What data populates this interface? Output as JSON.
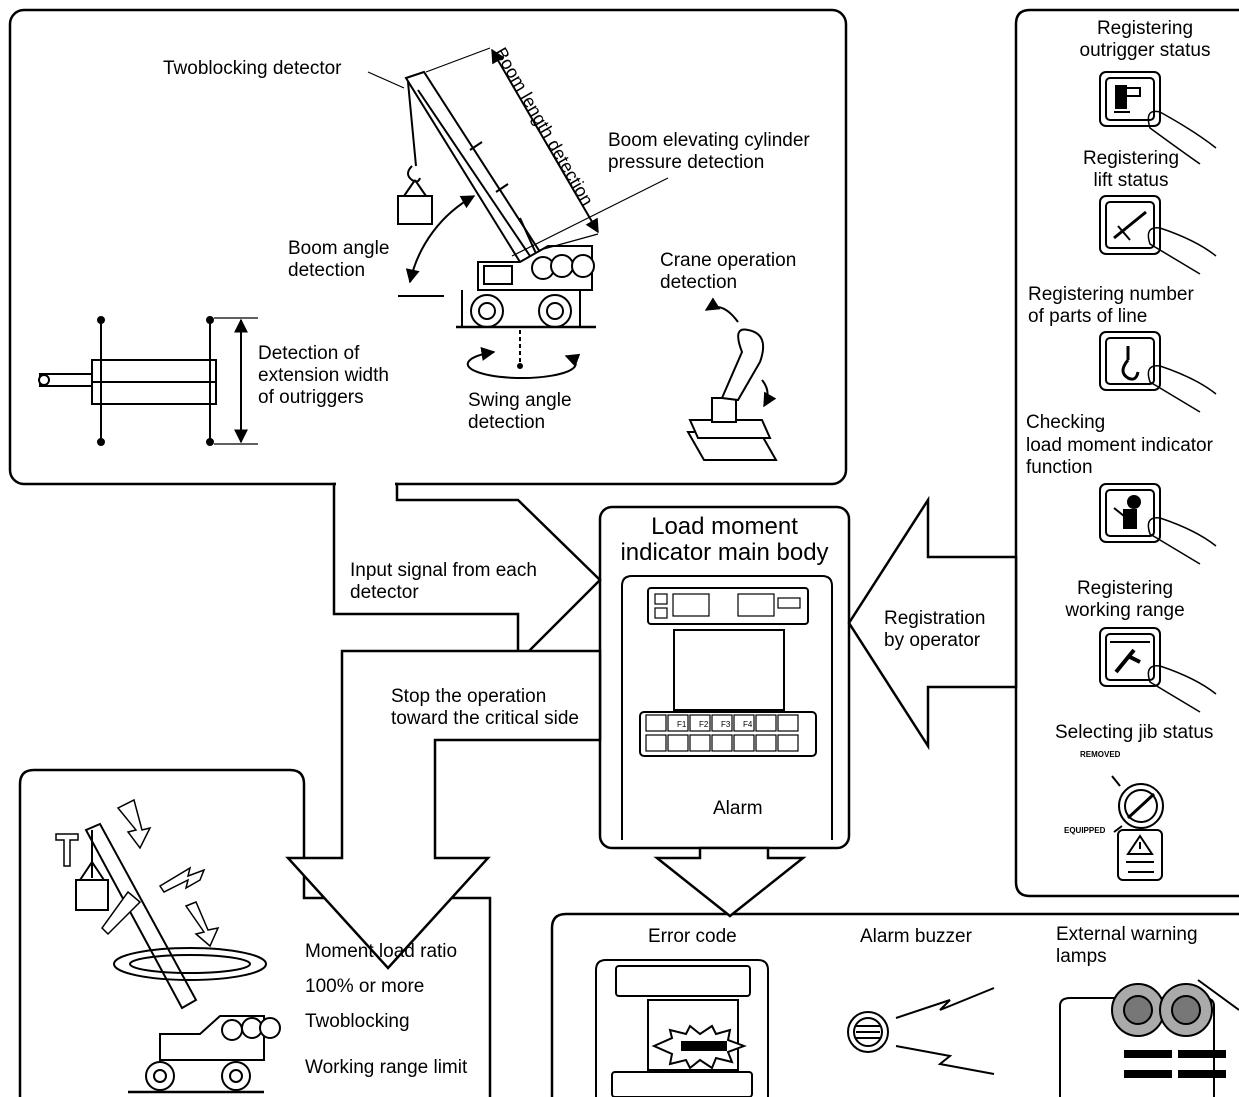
{
  "detectors_panel": {
    "twoblocking": "Twoblocking detector",
    "boom_length": "Boom length detection",
    "boom_cylinder": "Boom elevating cylinder\npressure detection",
    "boom_angle": "Boom angle\ndetection",
    "crane_operation": "Crane operation\ndetection",
    "outrigger_width": "Detection of\nextension width\nof outriggers",
    "swing_angle": "Swing angle\ndetection"
  },
  "main_body": {
    "title": "Load moment\nindicator main body",
    "function_keys": [
      "F1",
      "F2",
      "F3",
      "F4"
    ]
  },
  "arrows": {
    "input_signal": "Input signal from each\ndetector",
    "registration": "Registration\nby operator",
    "stop_operation": "Stop the operation\ntoward the critical side",
    "alarm": "Alarm"
  },
  "operator_panel": {
    "outrigger": "Registering\noutrigger status",
    "lift": "Registering\nlift status",
    "parts_of_line": "Registering number\nof parts of line",
    "checking_title": "Checking",
    "checking_rest": "load moment indicator\nfunction",
    "working_range": "Registering\nworking range",
    "jib": "Selecting jib status",
    "removed": "REMOVED",
    "equipped": "EQUIPPED"
  },
  "stop_panel": {
    "conditions": [
      "Moment load ratio",
      "100% or more",
      "Twoblocking",
      "Working range limit"
    ]
  },
  "alarm_panel": {
    "error_code": "Error code",
    "alarm_buzzer": "Alarm buzzer",
    "warning_lamps": "External warning\nlamps"
  }
}
